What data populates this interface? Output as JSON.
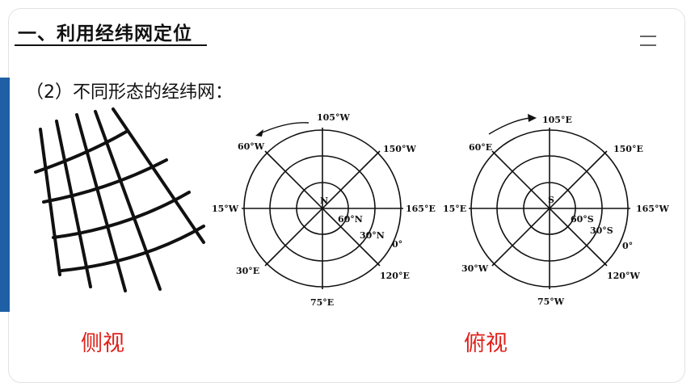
{
  "slide": {
    "heading": "一、利用经纬网定位",
    "subheading": "（2）不同形态的经纬网：",
    "caption_side": "侧视",
    "caption_top": "俯视"
  },
  "north_diagram": {
    "pole": "N",
    "ring_labels": [
      "60°N",
      "30°N",
      "0°"
    ],
    "meridian_labels": {
      "top": "105°W",
      "top_left": "60°W",
      "top_right": "150°W",
      "left": "15°W",
      "right": "165°E",
      "bottom_left": "30°E",
      "bottom_right": "120°E",
      "bottom": "75°E"
    }
  },
  "south_diagram": {
    "pole": "S",
    "ring_labels": [
      "60°S",
      "30°S",
      "0°"
    ],
    "meridian_labels": {
      "top": "105°E",
      "top_left": "60°E",
      "top_right": "150°E",
      "left": "15°E",
      "right": "165°W",
      "bottom_left": "30°W",
      "bottom_right": "120°W",
      "bottom": "75°W"
    }
  },
  "colors": {
    "accent_bar": "#1f5fa6",
    "caption": "#e0201a",
    "line": "#111111"
  },
  "icons": [
    "menu-icon",
    "rotation-arrow-icon"
  ]
}
